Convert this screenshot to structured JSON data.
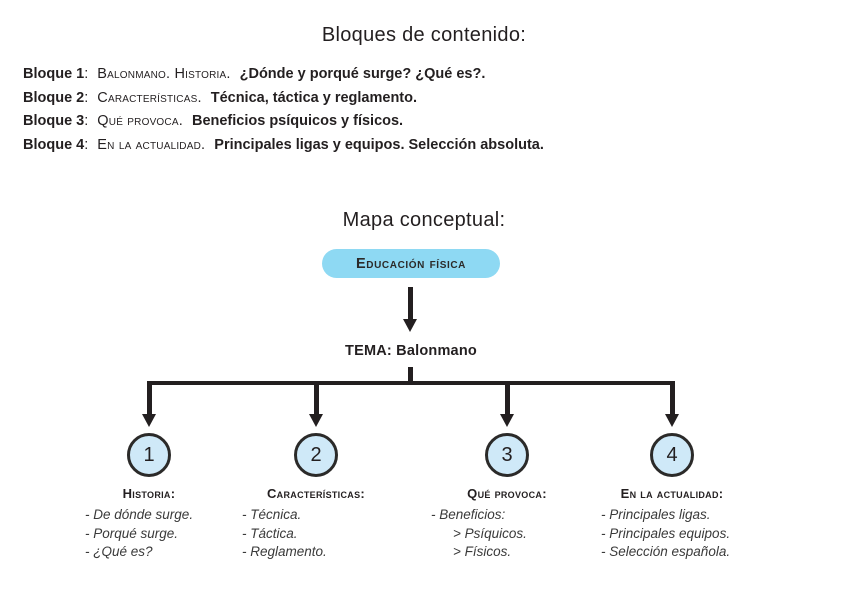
{
  "colors": {
    "ink": "#231f20",
    "root_box_fill": "#8ed9f3",
    "circle_fill": "#cfe9f8",
    "circle_border": "#2b2a29",
    "background": "#ffffff"
  },
  "content_blocks": {
    "title": "Bloques de contenido:",
    "items": [
      {
        "label": "Bloque 1",
        "colon": ":",
        "topic": "Balonmano. Historia.",
        "detail": "¿Dónde y porqué surge? ¿Qué es?."
      },
      {
        "label": "Bloque 2",
        "colon": ":",
        "topic": "Características.",
        "detail": "Técnica, táctica y reglamento."
      },
      {
        "label": "Bloque 3",
        "colon": ":",
        "topic": "Qué provoca.",
        "detail": "Beneficios psíquicos y físicos."
      },
      {
        "label": "Bloque 4",
        "colon": ":",
        "topic": "En la actualidad.",
        "detail": "Principales ligas y equipos. Selección absoluta."
      }
    ]
  },
  "concept_map": {
    "title": "Mapa conceptual:",
    "root": "Educación física",
    "theme": "TEMA: Balonmano",
    "branches": [
      {
        "number": "1",
        "header": "Historia:",
        "items": [
          "- De dónde surge.",
          "- Porqué surge.",
          "- ¿Qué es?"
        ]
      },
      {
        "number": "2",
        "header": "Características:",
        "items": [
          "- Técnica.",
          "- Táctica.",
          "- Reglamento."
        ]
      },
      {
        "number": "3",
        "header": "Qué provoca:",
        "items": [
          "- Beneficios:",
          "> Psíquicos.",
          "> Físicos."
        ]
      },
      {
        "number": "4",
        "header": "En la actualidad:",
        "items": [
          "- Principales ligas.",
          "- Principales equipos.",
          "- Selección española."
        ]
      }
    ]
  }
}
